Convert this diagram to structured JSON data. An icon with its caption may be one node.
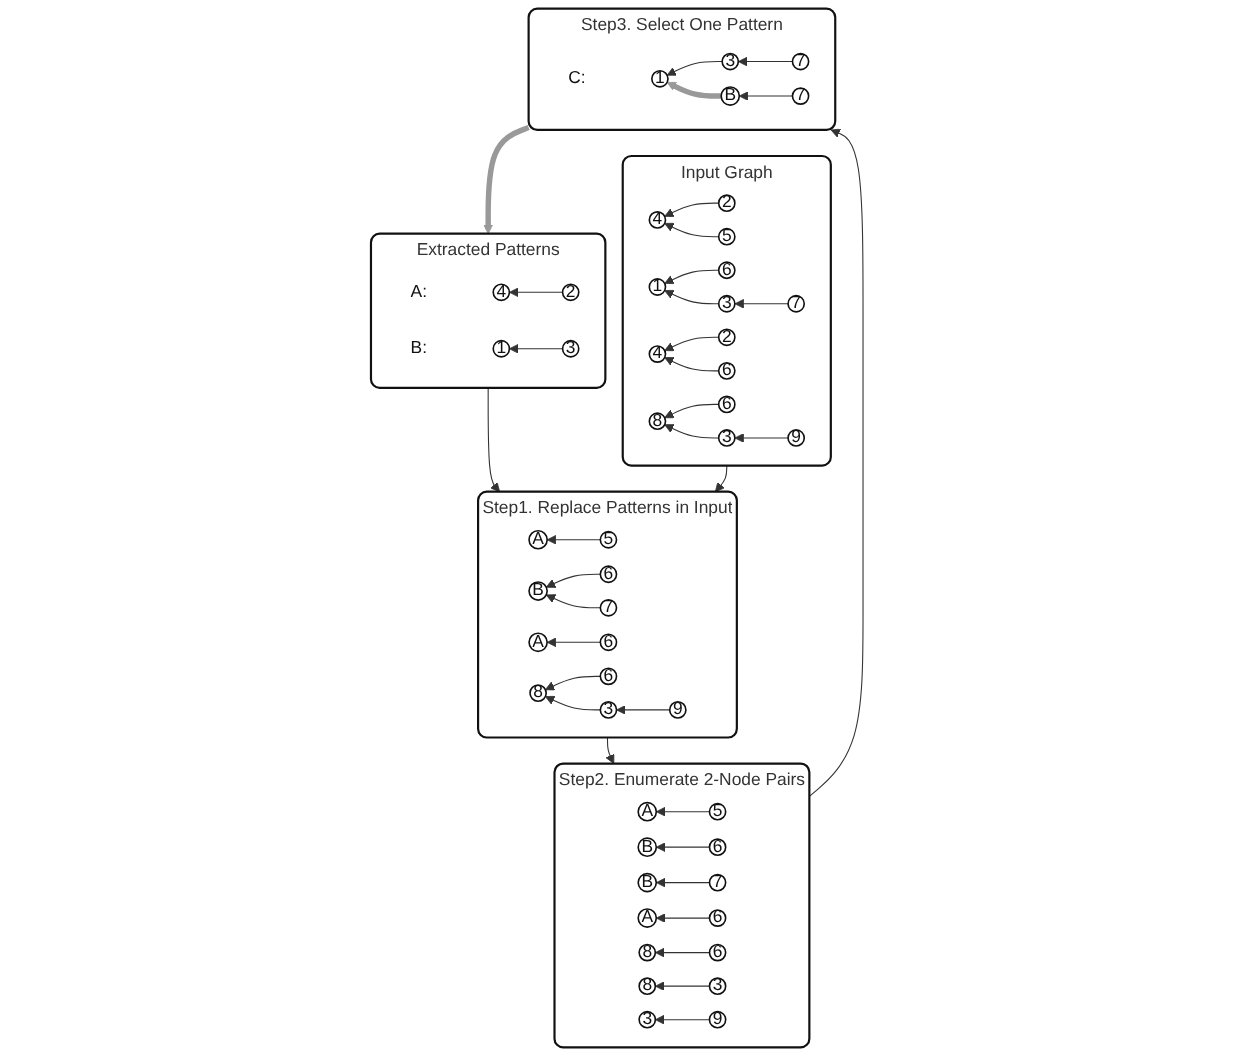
{
  "diagram": {
    "nodes": [
      {
        "text": [
          "Extracted Patterns"
        ]
      },
      {
        "text": [
          "4"
        ],
        "in": 0,
        "beside": [
          "A:"
        ]
      },
      {
        "text": [
          "2"
        ],
        "in": 0
      },
      {
        "text": [
          "1"
        ],
        "in": 0,
        "beside": [
          "B:"
        ]
      },
      {
        "text": [
          "3"
        ],
        "in": 0
      },
      {
        "text": [
          "Input Graph"
        ]
      },
      {
        "text": [
          "4"
        ],
        "in": 5
      },
      {
        "text": [
          "2"
        ],
        "in": 5
      },
      {
        "text": [
          "5"
        ],
        "in": 5
      },
      {
        "text": [
          "1"
        ],
        "in": 5
      },
      {
        "text": [
          "6"
        ],
        "in": 5
      },
      {
        "text": [
          "3"
        ],
        "in": 5
      },
      {
        "text": [
          "7"
        ],
        "in": 5
      },
      {
        "text": [
          "4"
        ],
        "in": 5
      },
      {
        "text": [
          "2"
        ],
        "in": 5
      },
      {
        "text": [
          "6"
        ],
        "in": 5
      },
      {
        "text": [
          "8"
        ],
        "in": 5
      },
      {
        "text": [
          "6"
        ],
        "in": 5
      },
      {
        "text": [
          "3"
        ],
        "in": 5
      },
      {
        "text": [
          "9"
        ],
        "in": 5
      },
      {
        "text": [
          "Step1. Replace Patterns in Input"
        ]
      },
      {
        "text": [
          "A"
        ],
        "in": 20
      },
      {
        "text": [
          "5"
        ],
        "in": 20
      },
      {
        "text": [
          "B"
        ],
        "in": 20
      },
      {
        "text": [
          "6"
        ],
        "in": 20
      },
      {
        "text": [
          "7"
        ],
        "in": 20
      },
      {
        "text": [
          "A"
        ],
        "in": 20
      },
      {
        "text": [
          "6"
        ],
        "in": 20
      },
      {
        "text": [
          "8"
        ],
        "in": 20
      },
      {
        "text": [
          "6"
        ],
        "in": 20
      },
      {
        "text": [
          "3"
        ],
        "in": 20
      },
      {
        "text": [
          "9"
        ],
        "in": 20
      },
      {
        "text": [
          "Step2. Enumerate 2-Node Pairs"
        ]
      },
      {
        "text": [
          "A"
        ],
        "in": 32
      },
      {
        "text": [
          "5"
        ],
        "in": 32
      },
      {
        "text": [
          "B"
        ],
        "in": 32
      },
      {
        "text": [
          "6"
        ],
        "in": 32
      },
      {
        "text": [
          "B"
        ],
        "in": 32
      },
      {
        "text": [
          "7"
        ],
        "in": 32
      },
      {
        "text": [
          "A"
        ],
        "in": 32
      },
      {
        "text": [
          "6"
        ],
        "in": 32
      },
      {
        "text": [
          "8"
        ],
        "in": 32
      },
      {
        "text": [
          "6"
        ],
        "in": 32
      },
      {
        "text": [
          "8"
        ],
        "in": 32
      },
      {
        "text": [
          "3"
        ],
        "in": 32
      },
      {
        "text": [
          "3"
        ],
        "in": 32
      },
      {
        "text": [
          "9"
        ],
        "in": 32
      },
      {
        "text": [
          "Step3. Select One Pattern"
        ]
      },
      {
        "text": [
          "B"
        ],
        "in": 47
      },
      {
        "text": [
          "7"
        ],
        "in": 47
      },
      {
        "text": [
          "1"
        ],
        "in": 47,
        "beside": [
          "C:"
        ]
      },
      {
        "text": [
          "3"
        ],
        "in": 47
      },
      {
        "text": [
          "7"
        ],
        "in": 47
      }
    ],
    "edges": [
      {
        "from": 2,
        "to": 1,
        "arrow": "to"
      },
      {
        "from": 4,
        "to": 3,
        "arrow": "to"
      },
      {
        "from": 7,
        "to": 6,
        "arrow": "to"
      },
      {
        "from": 8,
        "to": 6,
        "arrow": "to"
      },
      {
        "from": 10,
        "to": 9,
        "arrow": "to"
      },
      {
        "from": 11,
        "to": 9,
        "arrow": "to"
      },
      {
        "from": 12,
        "to": 11,
        "arrow": "to"
      },
      {
        "from": 14,
        "to": 13,
        "arrow": "to"
      },
      {
        "from": 15,
        "to": 13,
        "arrow": "to"
      },
      {
        "from": 17,
        "to": 16,
        "arrow": "to"
      },
      {
        "from": 18,
        "to": 16,
        "arrow": "to"
      },
      {
        "from": 19,
        "to": 18,
        "arrow": "to"
      },
      {
        "from": 22,
        "to": 21,
        "arrow": "to"
      },
      {
        "from": 24,
        "to": 23,
        "arrow": "to"
      },
      {
        "from": 25,
        "to": 23,
        "arrow": "to"
      },
      {
        "from": 27,
        "to": 26,
        "arrow": "to"
      },
      {
        "from": 29,
        "to": 28,
        "arrow": "to"
      },
      {
        "from": 30,
        "to": 28,
        "arrow": "to"
      },
      {
        "from": 31,
        "to": 30,
        "arrow": "to"
      },
      {
        "from": 34,
        "to": 33,
        "arrow": "to"
      },
      {
        "from": 36,
        "to": 35,
        "arrow": "to"
      },
      {
        "from": 38,
        "to": 37,
        "arrow": "to"
      },
      {
        "from": 40,
        "to": 39,
        "arrow": "to"
      },
      {
        "from": 42,
        "to": 41,
        "arrow": "to"
      },
      {
        "from": 44,
        "to": 43,
        "arrow": "to"
      },
      {
        "from": 46,
        "to": 45,
        "arrow": "to"
      },
      {
        "from": 49,
        "to": 48,
        "arrow": "to"
      },
      {
        "from": 51,
        "to": 50,
        "arrow": "to"
      },
      {
        "from": 52,
        "to": 51,
        "arrow": "to"
      },
      {
        "from": 48,
        "to": 50,
        "arrow": "to",
        "style": "thick",
        "color": "#999999"
      },
      {
        "from": 0,
        "to": 20,
        "arrow": "to"
      },
      {
        "from": 5,
        "to": 20,
        "arrow": "to"
      },
      {
        "from": 20,
        "to": 32,
        "arrow": "to"
      },
      {
        "from": 32,
        "to": 47,
        "arrow": "to"
      },
      {
        "from": 47,
        "to": 0,
        "arrow": "to",
        "style": "thick",
        "color": "#999999"
      }
    ]
  }
}
